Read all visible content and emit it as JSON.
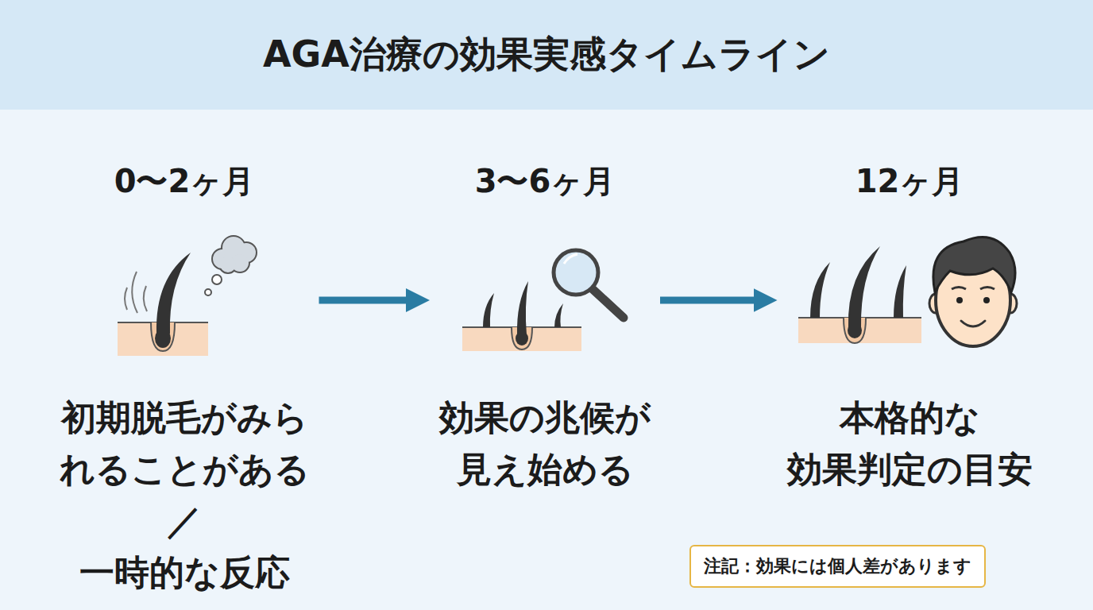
{
  "diagram": {
    "title": "AGA治療の効果実感タイムライン",
    "nodes": [
      {
        "text": [
          "0〜2ヶ月",
          "初期脱毛がみら れることがある／ 一時的な反応"
        ]
      },
      {
        "text": [
          "3〜6ヶ月",
          "効果の兆候が 見え始める"
        ]
      },
      {
        "text": [
          "12ヶ月",
          "本格的な 効果判定の目安"
        ]
      },
      {
        "text": [
          "注記：効果には個人差があります"
        ]
      }
    ],
    "edges": [
      {
        "from": 0,
        "to": 1,
        "arrow": "to"
      },
      {
        "from": 1,
        "to": 2,
        "arrow": "to"
      }
    ]
  }
}
